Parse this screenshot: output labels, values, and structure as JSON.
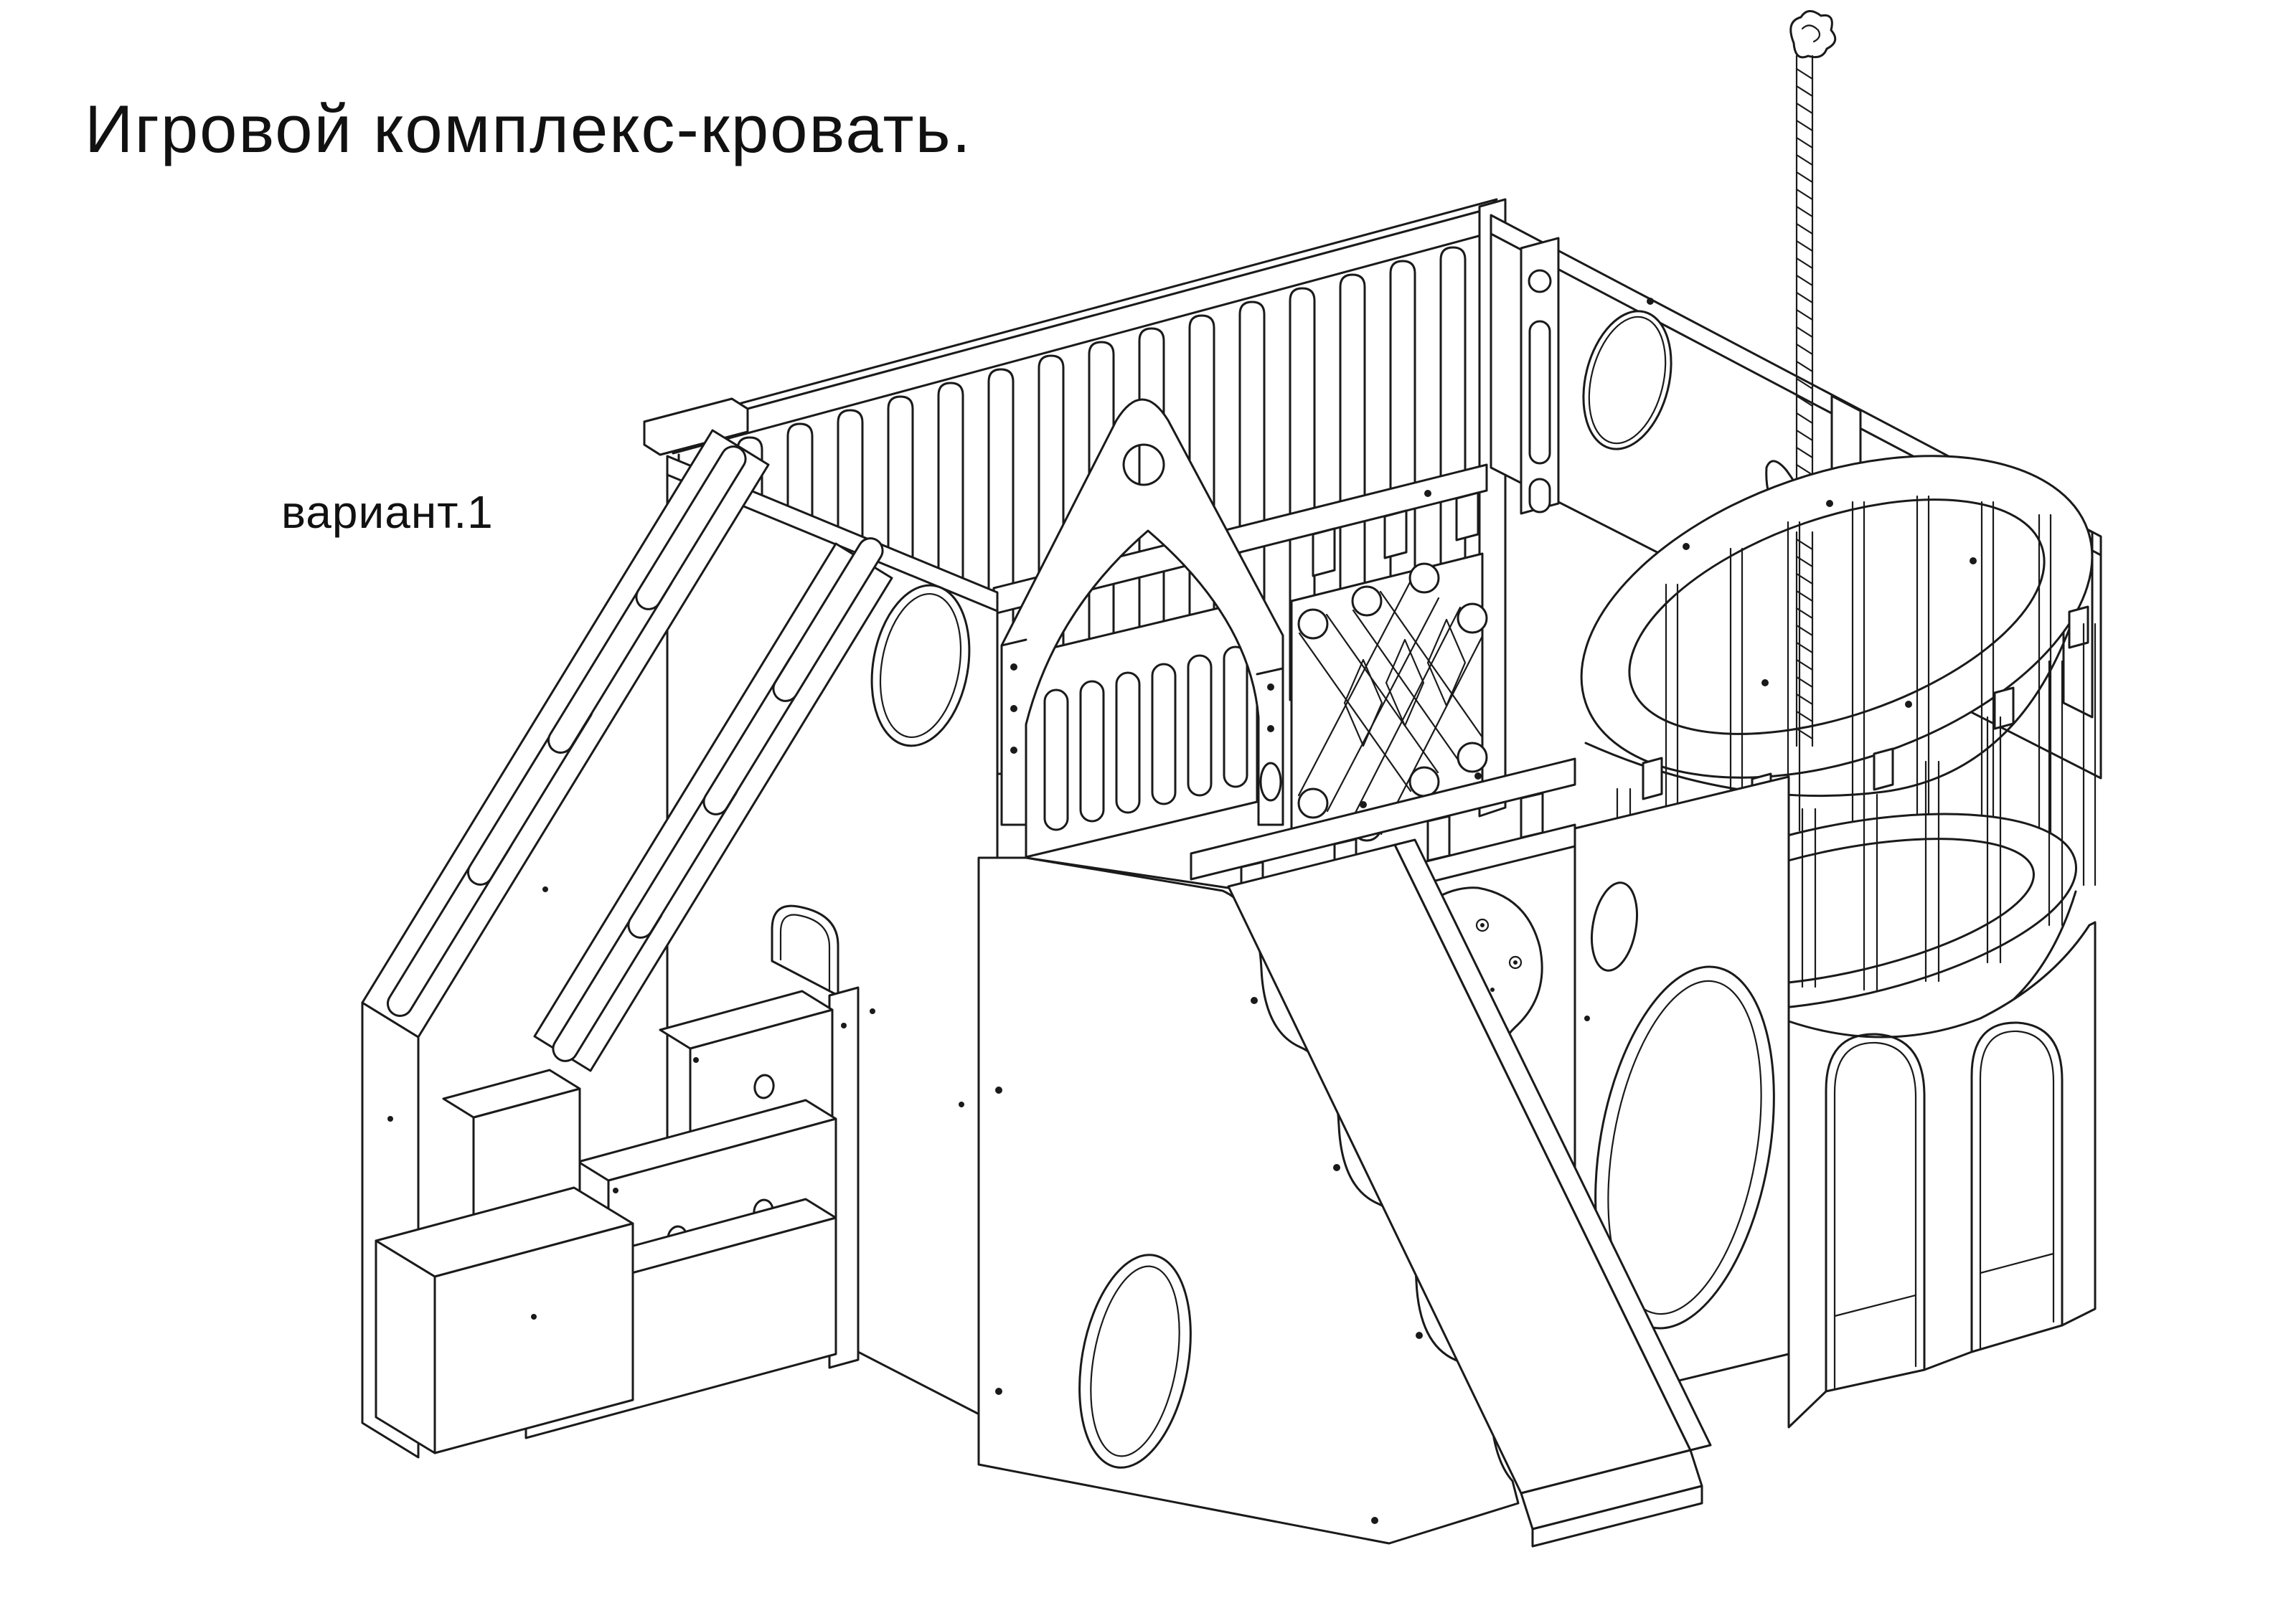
{
  "sheet": {
    "background_color": "#ffffff",
    "line_color": "#1a1a1a"
  },
  "title": "Игровой комплекс-кровать.",
  "variant_label": "вариант.1",
  "drawing_parts": [
    "back-slat-wall",
    "guard-rail",
    "slot-guard-panel",
    "x-lattice-climb-panel",
    "gable-tower",
    "slide",
    "staircase-rails",
    "storage-step-drawers",
    "porthole-windows",
    "head-wall",
    "climbing-rope",
    "balcony-rail",
    "balcony-spindles",
    "arched-legs",
    "climbing-hold-wall"
  ]
}
